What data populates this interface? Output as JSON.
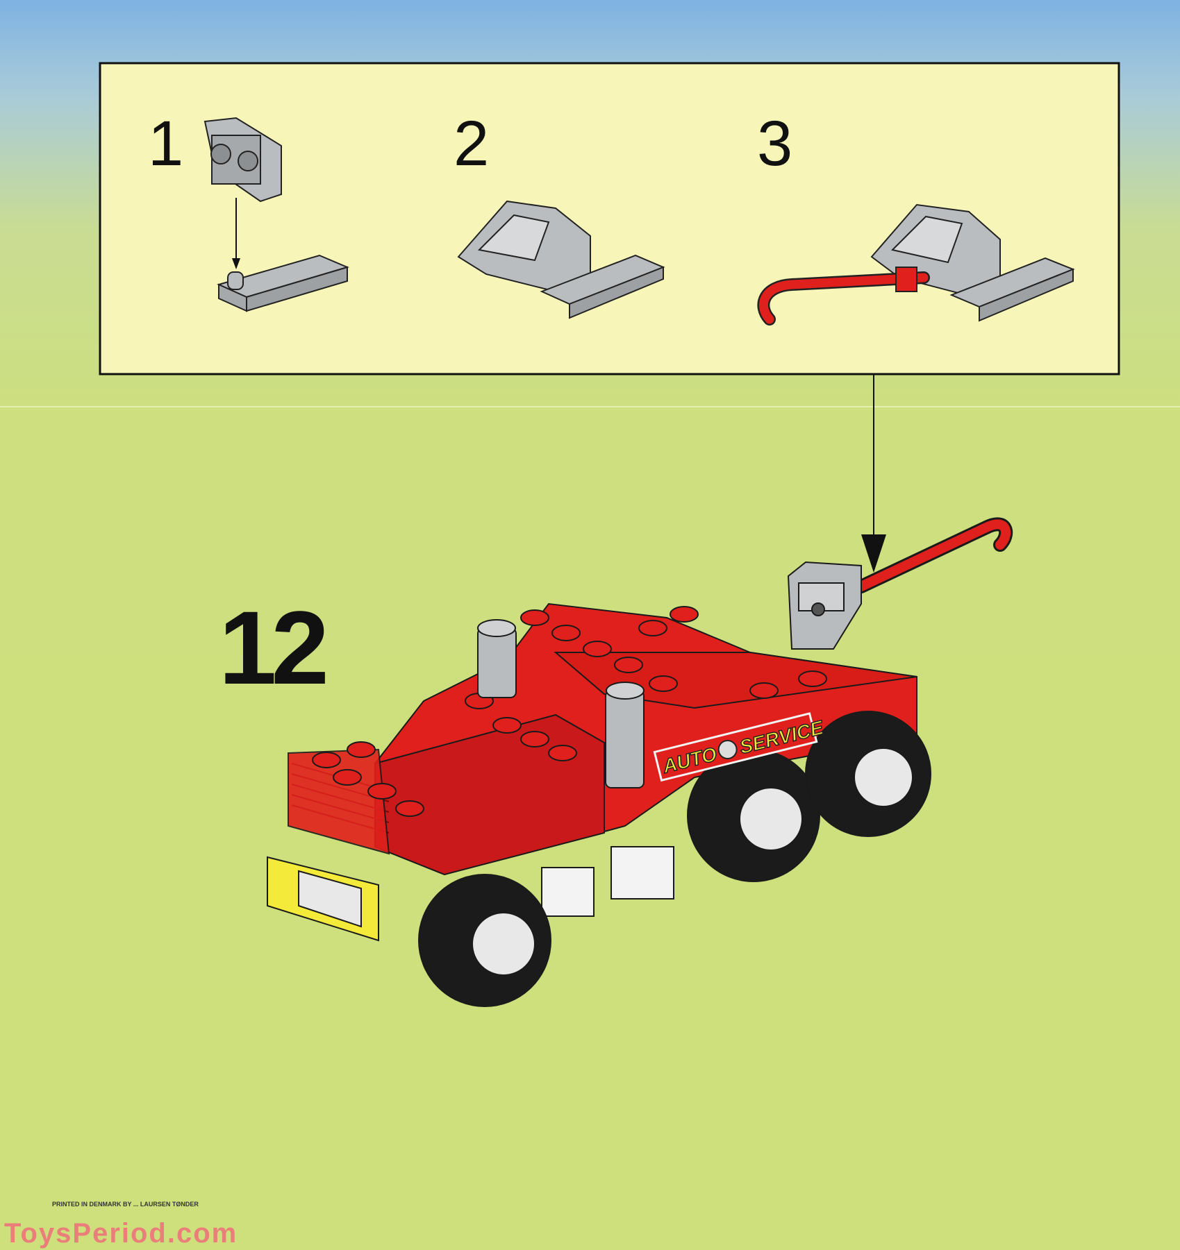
{
  "subassembly": {
    "steps": [
      {
        "label": "1"
      },
      {
        "label": "2"
      },
      {
        "label": "3"
      }
    ]
  },
  "main_step": {
    "label": "12"
  },
  "truck_decal": {
    "left": "AUTO",
    "right": "SERVICE"
  },
  "footer": {
    "printed": "PRINTED IN DENMARK BY ... LAURSEN TØNDER"
  },
  "watermark": {
    "text": "ToysPeriod.com"
  },
  "colors": {
    "panel": "#f7f5b8",
    "brick_red": "#e0201c",
    "gray": "#b9bcbe",
    "yellow": "#f4ea3a"
  }
}
